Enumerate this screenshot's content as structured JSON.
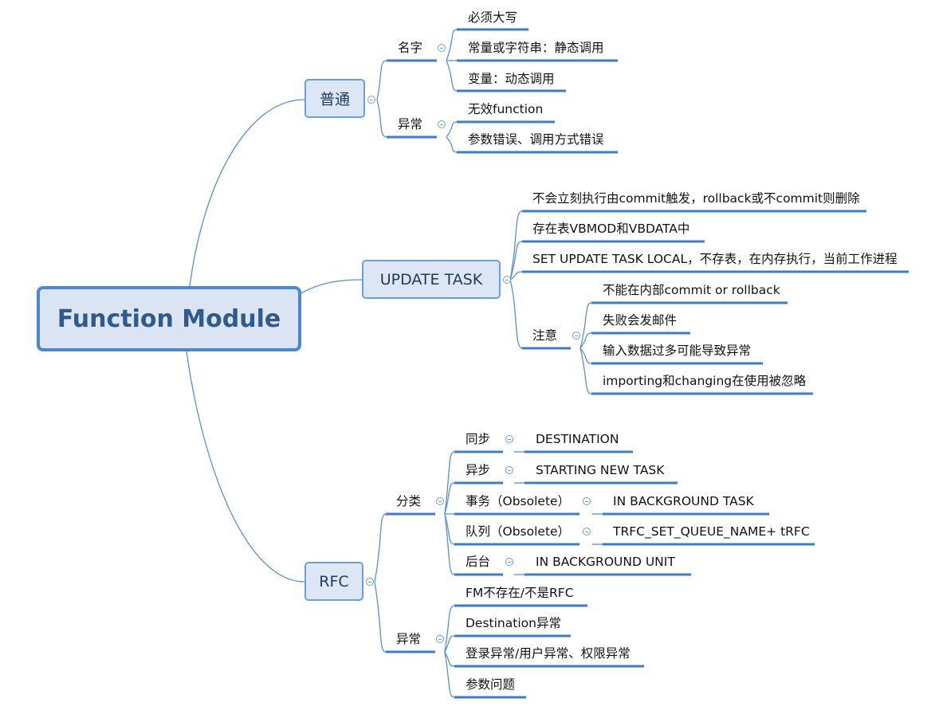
{
  "root": "Function Module",
  "putong": {
    "title": "普通",
    "mingzi": {
      "title": "名字",
      "items": [
        "必须大写",
        "常量或字符串：静态调用",
        "变量：动态调用"
      ]
    },
    "yichang": {
      "title": "异常",
      "items": [
        "无效function",
        "参数错误、调用方式错误"
      ]
    }
  },
  "update": {
    "title": "UPDATE TASK",
    "items": [
      "不会立刻执行由commit触发，rollback或不commit则删除",
      "存在表VBMOD和VBDATA中",
      "SET UPDATE TASK LOCAL，不存表，在内存执行，当前工作进程"
    ],
    "zhuyi": {
      "title": "注意",
      "items": [
        "不能在内部commit or rollback",
        "失败会发邮件",
        "输入数据过多可能导致异常",
        "importing和changing在使用被忽略"
      ]
    }
  },
  "rfc": {
    "title": "RFC",
    "fenlei": {
      "title": "分类",
      "items": [
        {
          "label": "同步",
          "detail": "DESTINATION"
        },
        {
          "label": "异步",
          "detail": "STARTING NEW TASK"
        },
        {
          "label": "事务（Obsolete）",
          "detail": "IN BACKGROUND TASK"
        },
        {
          "label": "队列（Obsolete）",
          "detail": "TRFC_SET_QUEUE_NAME+ tRFC"
        },
        {
          "label": "后台",
          "detail": "IN BACKGROUND UNIT"
        }
      ]
    },
    "yichang": {
      "title": "异常",
      "items": [
        "FM不存在/不是RFC",
        "Destination异常",
        "登录异常/用户异常、权限异常",
        "参数问题"
      ]
    }
  },
  "colors": {
    "line": "#5b8fd0",
    "underline": "#3f7bc6",
    "branch_fill": "#dde6f4",
    "root_border": "#4a88d4"
  }
}
